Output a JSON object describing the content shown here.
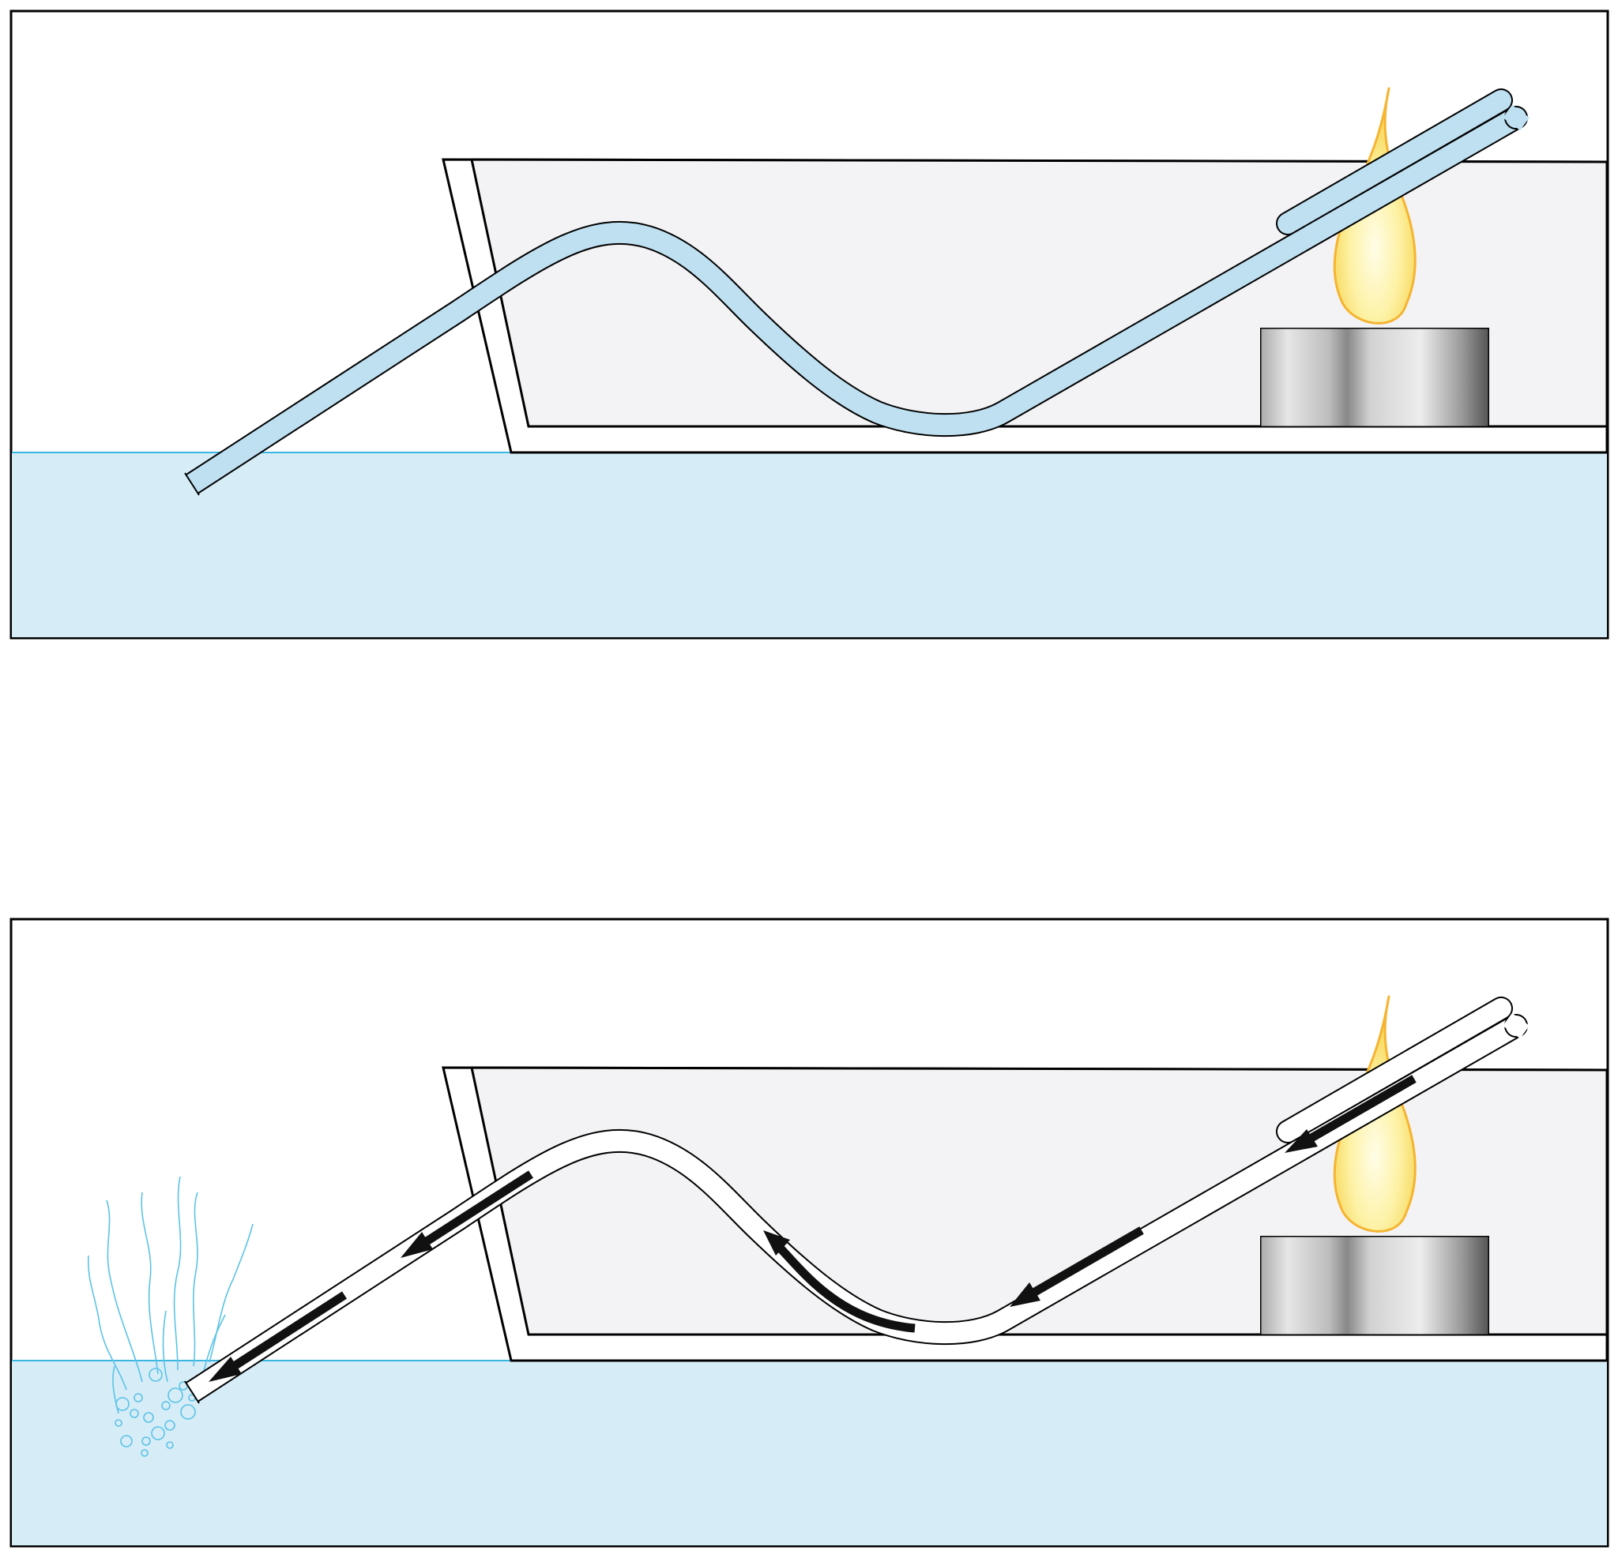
{
  "diagram": {
    "type": "two-panel schematic",
    "panels": [
      {
        "id": "top",
        "state": "tube filled with water, candle lit under coil",
        "tube_fill": "water",
        "flow_arrows": false,
        "bubbles": false
      },
      {
        "id": "bottom",
        "state": "water expelled, arrows show flow out of exhaust pipe",
        "tube_fill": "empty",
        "flow_arrows": true,
        "bubbles": true
      }
    ],
    "components": [
      "boat-hull",
      "coiled-tube",
      "exhaust-pipe",
      "candle",
      "candle-flame",
      "water"
    ]
  },
  "colors": {
    "water": "#d6ecf7",
    "water_line": "#3bb6e0",
    "tube_water": "#bfe0f1",
    "hull_interior": "#f3f3f5",
    "outline": "#000000",
    "arrow": "#111111",
    "flame_outer": "#f5b431",
    "flame_inner": "#fff8c8",
    "bubble": "#5cc3e6",
    "candle_dark": "#5e5e5e",
    "candle_light": "#e9e9e9"
  }
}
